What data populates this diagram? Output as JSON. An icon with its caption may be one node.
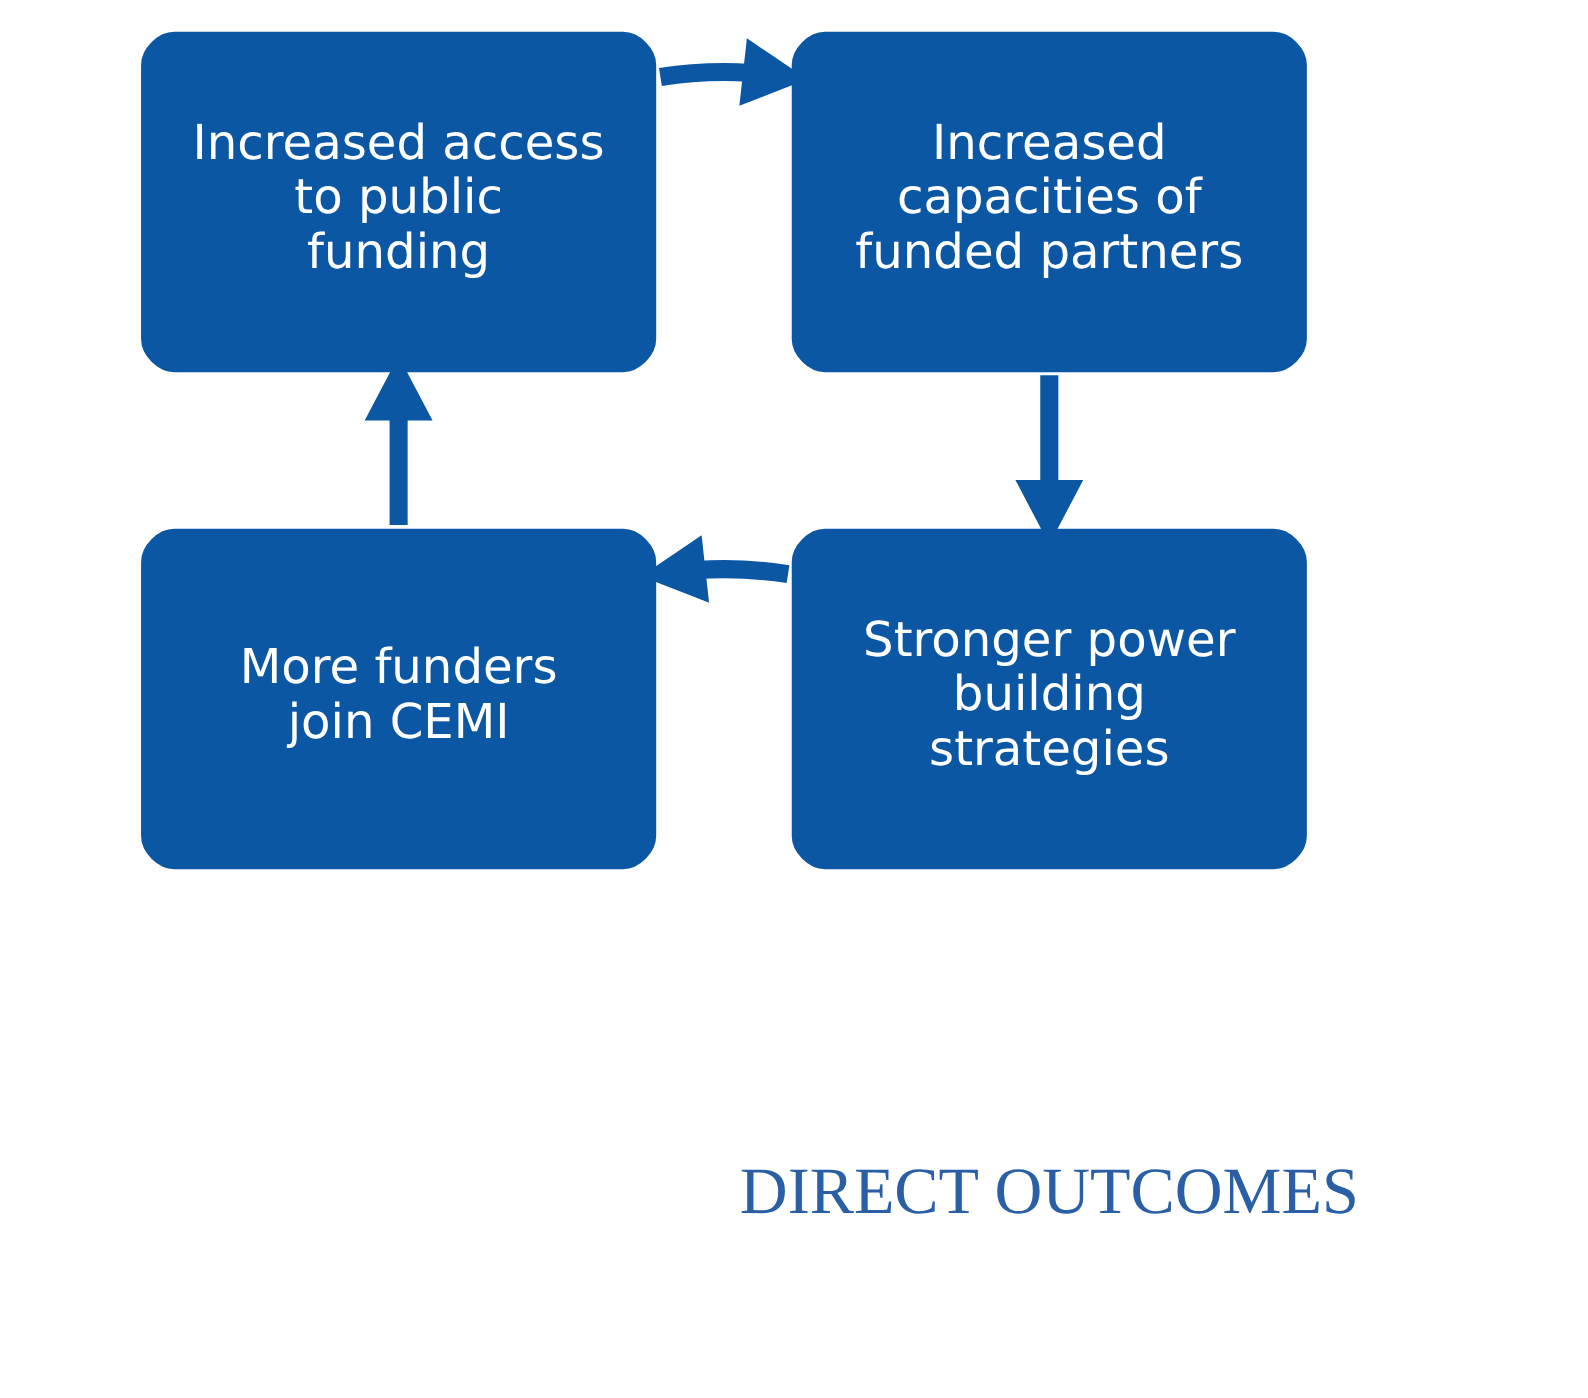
{
  "diagram": {
    "nodes": [
      {
        "text": [
          "Increased access to public funding"
        ]
      },
      {
        "text": [
          "Increased capacities of funded partners"
        ]
      },
      {
        "text": [
          "Stronger power building strategies"
        ]
      },
      {
        "text": [
          "More funders join CEMI"
        ]
      }
    ],
    "edges": [
      {
        "from": 0,
        "to": 1,
        "arrow": "to"
      },
      {
        "from": 1,
        "to": 2,
        "arrow": "to"
      },
      {
        "from": 2,
        "to": 3,
        "arrow": "to"
      },
      {
        "from": 3,
        "to": 0,
        "arrow": "to"
      }
    ],
    "labels": [
      "DIRECT OUTCOMES"
    ]
  }
}
